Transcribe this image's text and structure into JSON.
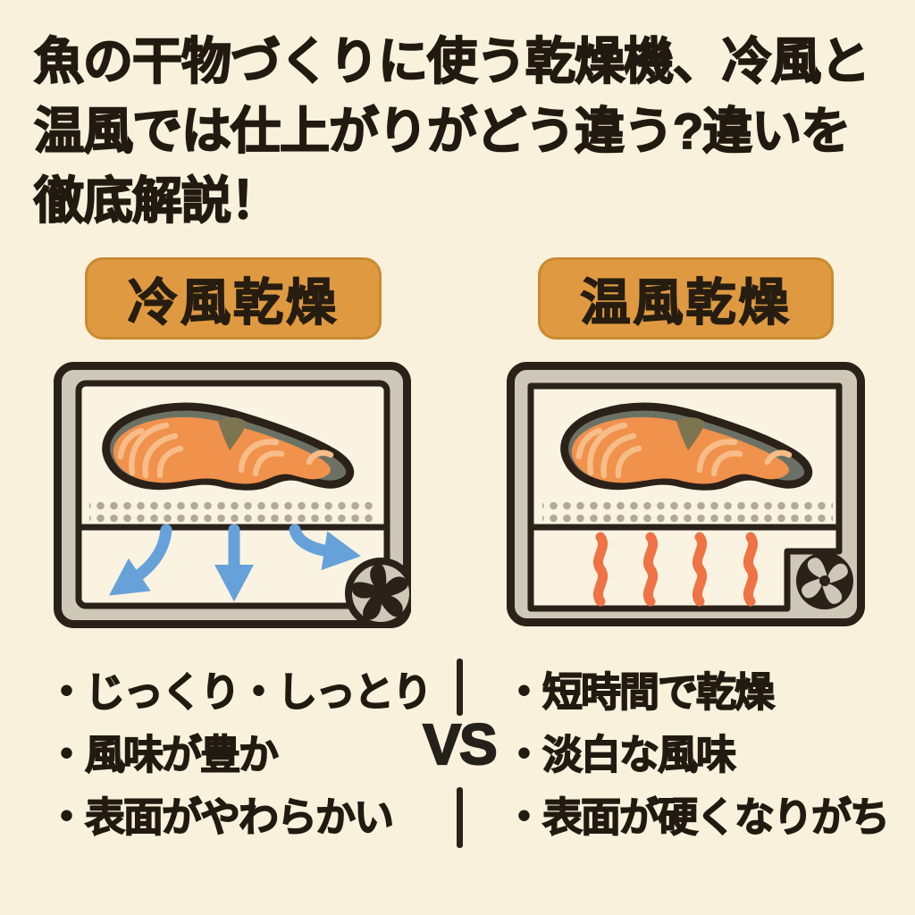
{
  "title": {
    "line1": "魚の干物づくりに使う乾燥機、冷風と",
    "line2": "温風では仕上がりがどう違う?違いを",
    "line3": "徹底解説！"
  },
  "comparison": {
    "left": {
      "badge": "冷風乾燥",
      "bullets": [
        "・じっくり・しっとり",
        "・風味が豊か",
        "・表面がやわらかい"
      ]
    },
    "right": {
      "badge": "温風乾燥",
      "bullets": [
        "・短時間で乾燥",
        "・淡白な風味",
        "・表面が硬くなりがち"
      ]
    },
    "vs_label": "VS"
  },
  "icons": {
    "left_machine": "cold-air-dryer-illustration",
    "right_machine": "warm-air-dryer-illustration",
    "salmon": "salmon-fillet-illustration",
    "cold_air": "blue-airflow-arrows",
    "warm_air": "orange-heat-waves",
    "fan": "circulation-fan-icon"
  },
  "colors": {
    "background": "#FAF1DC",
    "text": "#211A10",
    "badge_orange": "#DF9A41",
    "badge_border": "#C98A30",
    "machine_frame": "#CEC8B9",
    "outline_dark": "#2B2118",
    "chamber_cream": "#FAF3E2",
    "salmon_flesh": "#F0914C",
    "salmon_streak": "#F7BD88",
    "salmon_skin": "#6B7265",
    "salmon_notch": "#7D7450",
    "tray_dots": "#B3A996",
    "cold_air_blue": "#67A1D9",
    "warm_air_orange": "#EF7345"
  }
}
